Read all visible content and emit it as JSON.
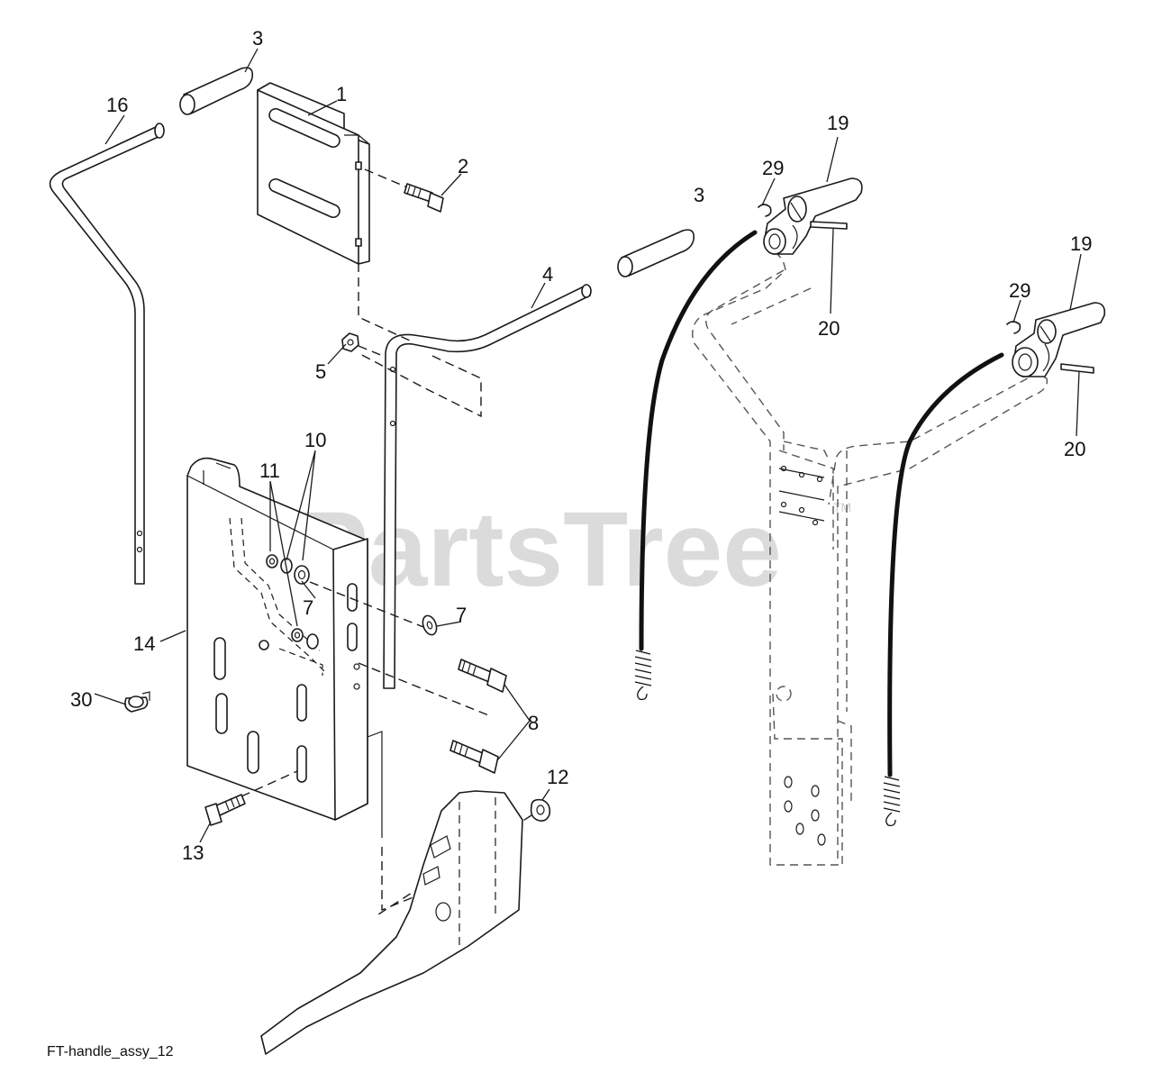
{
  "watermark": {
    "text": "PartsTree",
    "mark": "TM"
  },
  "figure_code": "FT-handle_assy_12",
  "callouts": {
    "c16": "16",
    "c3a": "3",
    "c1": "1",
    "c2": "2",
    "c3b": "3",
    "c4": "4",
    "c5": "5",
    "c10": "10",
    "c11": "11",
    "c7a": "7",
    "c7b": "7",
    "c14": "14",
    "c30": "30",
    "c8": "8",
    "c12": "12",
    "c13": "13",
    "c29a": "29",
    "c19a": "19",
    "c20a": "20",
    "c29b": "29",
    "c19b": "19",
    "c20b": "20"
  }
}
